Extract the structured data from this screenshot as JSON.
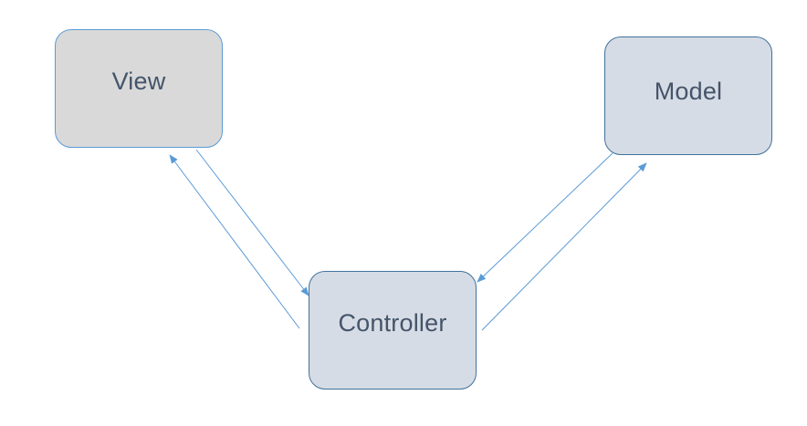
{
  "nodes": {
    "view": {
      "label": "View"
    },
    "controller": {
      "label": "Controller"
    },
    "model": {
      "label": "Model"
    }
  },
  "edges": [
    {
      "from": "View",
      "to": "Controller"
    },
    {
      "from": "Controller",
      "to": "View"
    },
    {
      "from": "Model",
      "to": "Controller"
    },
    {
      "from": "Controller",
      "to": "Model"
    }
  ],
  "colors": {
    "arrow": "#5b9bd5",
    "box_text": "#44546a",
    "view_fill": "#d9d9d9",
    "view_border": "#5b9bd5",
    "controller_fill": "#d6dce5",
    "controller_border": "#41719c",
    "model_fill": "#d6dce5",
    "model_border": "#41719c"
  }
}
